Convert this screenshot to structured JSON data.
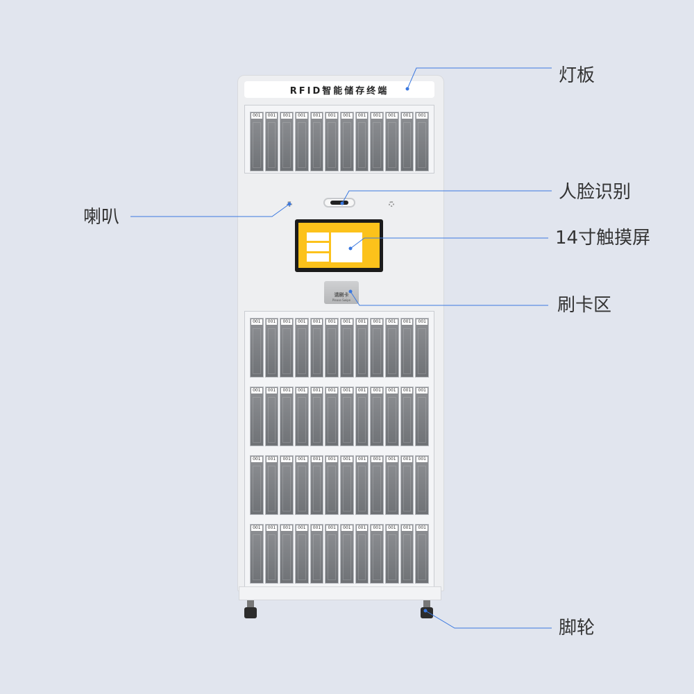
{
  "product": {
    "light_board_text": "RFID智能储存终端",
    "slot_label": "001",
    "card_reader_text": "请刷卡",
    "card_reader_subtext": "Please Swipe"
  },
  "callouts": {
    "light_board": "灯板",
    "face_recognition": "人脸识别",
    "speaker": "喇叭",
    "touchscreen": "14寸触摸屏",
    "card_area": "刷卡区",
    "casters": "脚轮"
  },
  "colors": {
    "leader_line": "#3a78e0",
    "background": "#e1e5ee"
  }
}
